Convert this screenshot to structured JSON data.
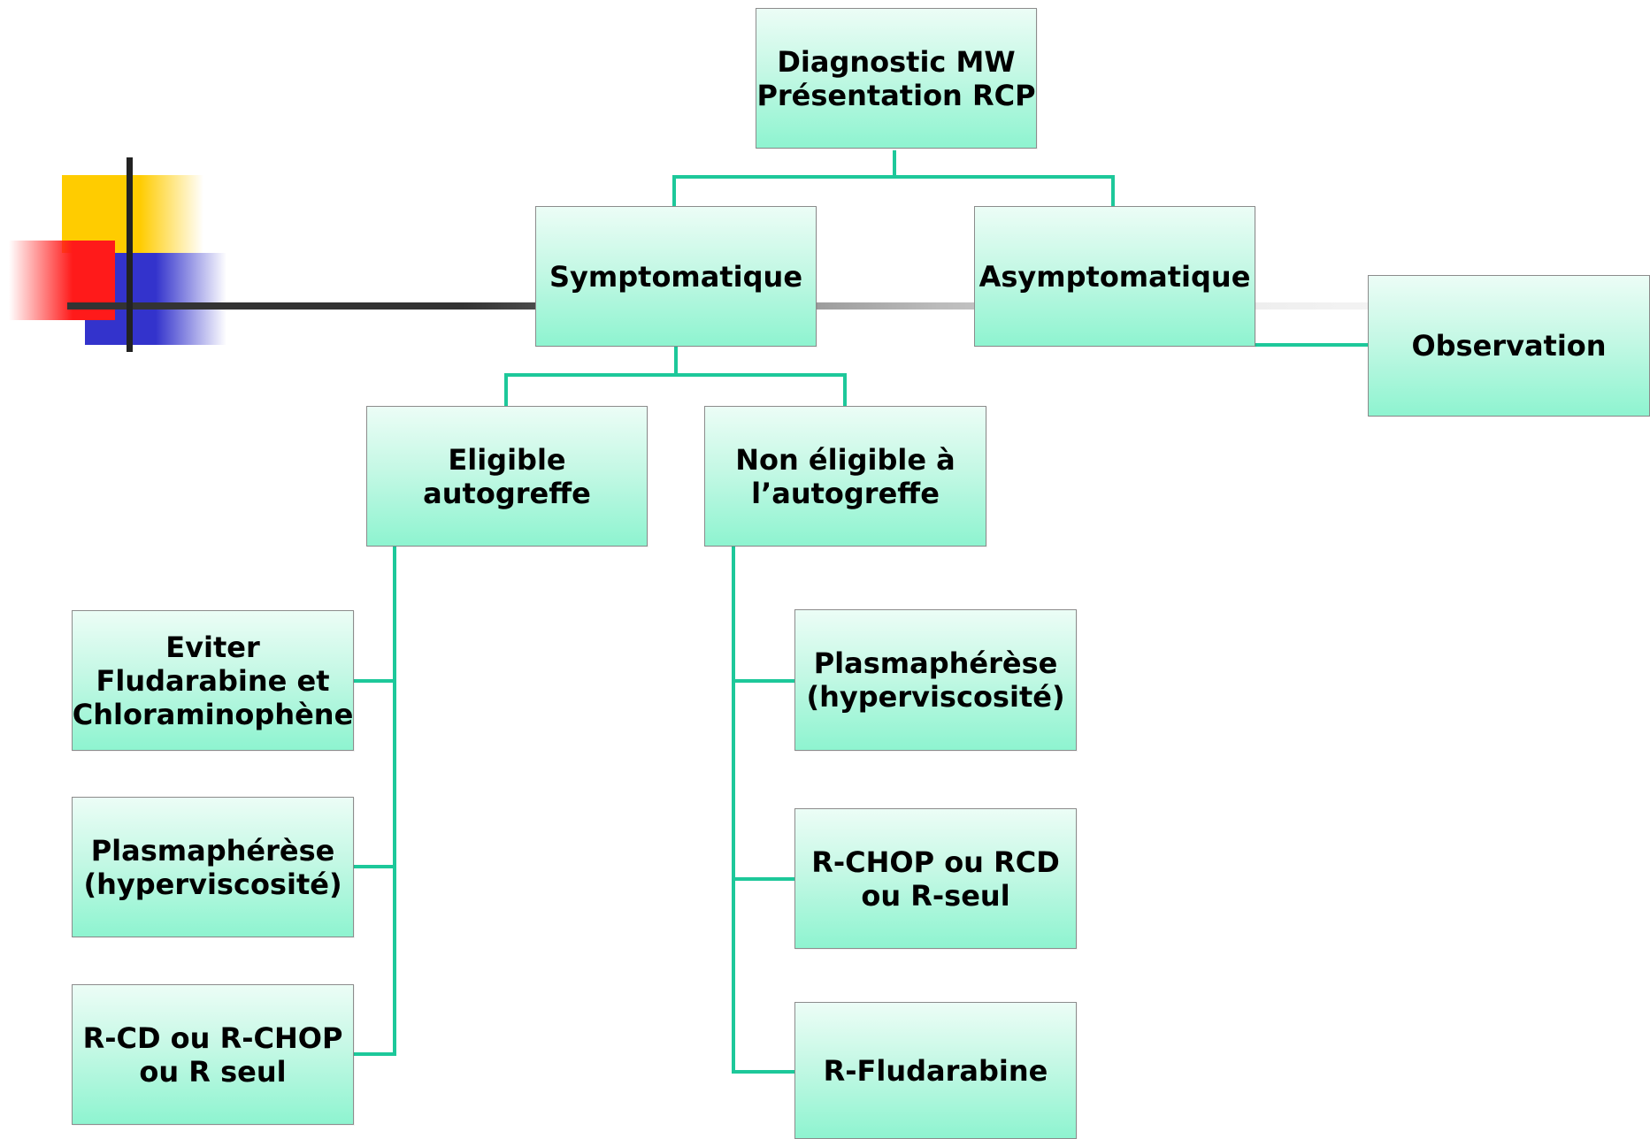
{
  "diagram": {
    "colors": {
      "connector": "#1dc89a",
      "box_border": "#8c8c8c",
      "box_top": "#ecfdf6",
      "box_bottom": "#8ef4d0"
    },
    "nodes": [
      {
        "id": "root",
        "label": "Diagnostic MW\nPrésentation RCP"
      },
      {
        "id": "symptomatique",
        "label": "Symptomatique"
      },
      {
        "id": "asymptomatique",
        "label": "Asymptomatique"
      },
      {
        "id": "observation",
        "label": "Observation"
      },
      {
        "id": "eligible",
        "label": "Eligible\nautogreffe"
      },
      {
        "id": "non_eligible",
        "label": "Non éligible à\nl’autogreffe"
      },
      {
        "id": "eviter",
        "label": "Eviter\nFludarabine et\nChloraminophène"
      },
      {
        "id": "plasma_left",
        "label": "Plasmaphérèse\n(hyperviscosité)"
      },
      {
        "id": "rcd_left",
        "label": "R-CD ou R-CHOP\nou R seul"
      },
      {
        "id": "plasma_right",
        "label": "Plasmaphérèse\n(hyperviscosité)"
      },
      {
        "id": "rchop_right",
        "label": "R-CHOP ou RCD\nou R-seul"
      },
      {
        "id": "rflu_right",
        "label": "R-Fludarabine"
      }
    ],
    "edges": [
      [
        "root",
        "symptomatique"
      ],
      [
        "root",
        "asymptomatique"
      ],
      [
        "asymptomatique",
        "observation"
      ],
      [
        "symptomatique",
        "eligible"
      ],
      [
        "symptomatique",
        "non_eligible"
      ],
      [
        "eligible",
        "eviter"
      ],
      [
        "eligible",
        "plasma_left"
      ],
      [
        "eligible",
        "rcd_left"
      ],
      [
        "non_eligible",
        "plasma_right"
      ],
      [
        "non_eligible",
        "rchop_right"
      ],
      [
        "non_eligible",
        "rflu_right"
      ]
    ]
  }
}
